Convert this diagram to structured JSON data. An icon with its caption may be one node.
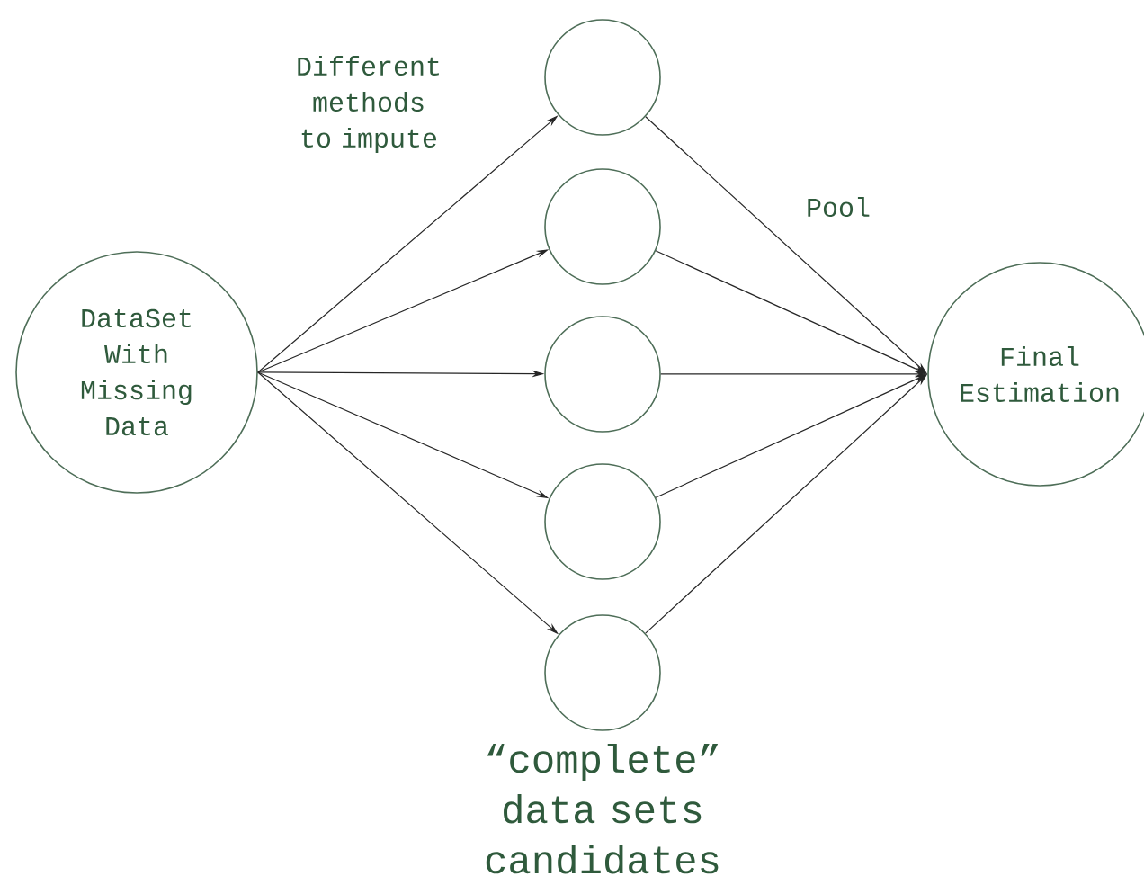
{
  "diagram": {
    "nodes": [
      {
        "text": [
          "DataSet With Missing Data"
        ]
      },
      {
        "text": [],
        "shape": "circle"
      },
      {
        "text": [],
        "shape": "circle"
      },
      {
        "text": [],
        "shape": "circle"
      },
      {
        "text": [],
        "shape": "circle"
      },
      {
        "text": [],
        "shape": "circle",
        "beside": [
          "“complete” data sets candidates"
        ]
      },
      {
        "text": [
          "Final Estimation"
        ]
      }
    ],
    "edges": [
      {
        "from": 0,
        "to": 1,
        "arrow": "to",
        "label": "Different methods to impute"
      },
      {
        "from": 0,
        "to": 2,
        "arrow": "to"
      },
      {
        "from": 0,
        "to": 3,
        "arrow": "to"
      },
      {
        "from": 0,
        "to": 4,
        "arrow": "to"
      },
      {
        "from": 0,
        "to": 5,
        "arrow": "to"
      },
      {
        "from": 1,
        "to": 6,
        "arrow": "to",
        "label": "Pool"
      },
      {
        "from": 2,
        "to": 6,
        "arrow": "to"
      },
      {
        "from": 3,
        "to": 6,
        "arrow": "to"
      },
      {
        "from": 4,
        "to": 6,
        "arrow": "to"
      },
      {
        "from": 5,
        "to": 6,
        "arrow": "to"
      }
    ]
  }
}
